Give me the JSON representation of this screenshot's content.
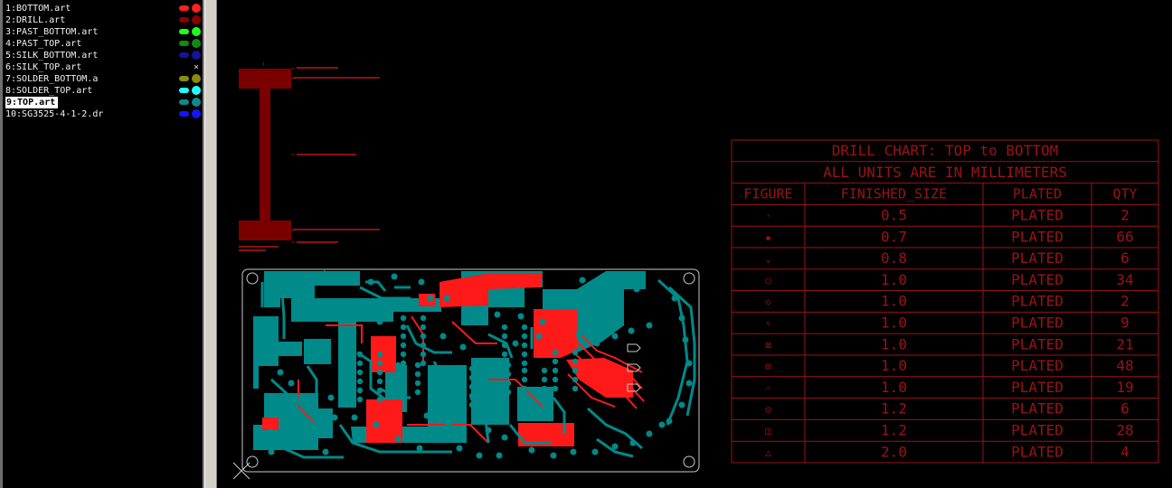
{
  "layers": [
    {
      "label": "1:BOTTOM.art",
      "pill": "#ff2020",
      "dot": "#ff2020",
      "mark": "dot"
    },
    {
      "label": "2:DRILL.art",
      "pill": "#8b0000",
      "dot": "#8b0000",
      "mark": "dot"
    },
    {
      "label": "3:PAST_BOTTOM.art",
      "pill": "#20ff20",
      "dot": "#20ff20",
      "mark": "dot"
    },
    {
      "label": "4:PAST_TOP.art",
      "pill": "#128a12",
      "dot": "#128a12",
      "mark": "dot"
    },
    {
      "label": "5:SILK_BOTTOM.art",
      "pill": "#141496",
      "dot": "#141496",
      "mark": "dot"
    },
    {
      "label": "6:SILK_TOP.art",
      "pill": "",
      "dot": "",
      "mark": "×"
    },
    {
      "label": "7:SOLDER_BOTTOM.a",
      "pill": "#8a8a10",
      "dot": "#8a8a10",
      "mark": "dot"
    },
    {
      "label": "8:SOLDER_TOP.art",
      "pill": "#20ffff",
      "dot": "#20ffff",
      "mark": "dot"
    },
    {
      "label": "9:TOP.art",
      "pill": "#0f8a8a",
      "dot": "#0f8a8a",
      "mark": "dot",
      "selected": true
    },
    {
      "label": "10:SG3525-4-1-2.dr",
      "pill": "#1414ff",
      "dot": "#1414ff",
      "mark": "dot"
    }
  ],
  "drill_chart": {
    "title": "DRILL CHART: TOP to BOTTOM",
    "subtitle": "ALL UNITS ARE IN MILLIMETERS",
    "headers": [
      "FIGURE",
      "FINISHED_SIZE",
      "PLATED",
      "QTY"
    ],
    "rows": [
      {
        "figure": "·",
        "size": "0.5",
        "plated": "PLATED",
        "qty": "2"
      },
      {
        "figure": "▪",
        "size": "0.7",
        "plated": "PLATED",
        "qty": "66"
      },
      {
        "figure": "⌄",
        "size": "0.8",
        "plated": "PLATED",
        "qty": "6"
      },
      {
        "figure": "○",
        "size": "1.0",
        "plated": "PLATED",
        "qty": "34"
      },
      {
        "figure": "◇",
        "size": "1.0",
        "plated": "PLATED",
        "qty": "2"
      },
      {
        "figure": "▿",
        "size": "1.0",
        "plated": "PLATED",
        "qty": "9"
      },
      {
        "figure": "⊠",
        "size": "1.0",
        "plated": "PLATED",
        "qty": "21"
      },
      {
        "figure": "⊟",
        "size": "1.0",
        "plated": "PLATED",
        "qty": "48"
      },
      {
        "figure": "˄",
        "size": "1.0",
        "plated": "PLATED",
        "qty": "19"
      },
      {
        "figure": "◎",
        "size": "1.2",
        "plated": "PLATED",
        "qty": "6"
      },
      {
        "figure": "◫",
        "size": "1.2",
        "plated": "PLATED",
        "qty": "28"
      },
      {
        "figure": "△",
        "size": "2.0",
        "plated": "PLATED",
        "qty": "4"
      }
    ]
  },
  "stackup_marker": "1",
  "colors": {
    "copper_top": "#008a8a",
    "copper_bottom": "#ff1a1a",
    "drill_chart": "#9c1313",
    "board_outline": "#c8c8c8",
    "stackup": "#7a0000"
  }
}
